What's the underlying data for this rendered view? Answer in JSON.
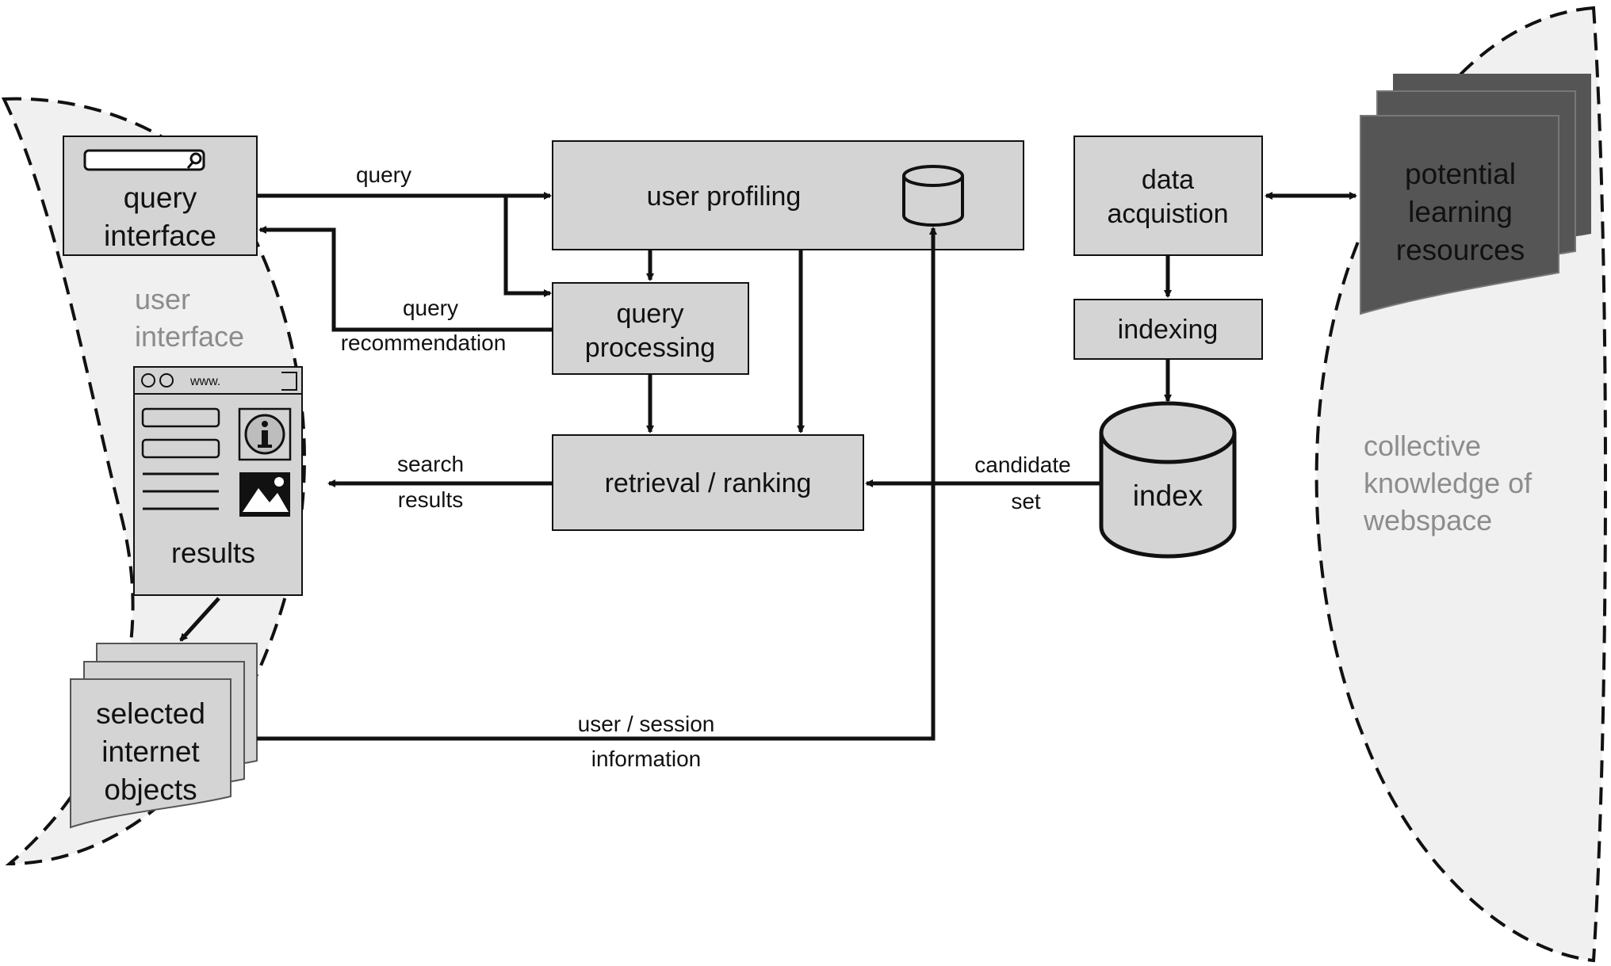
{
  "regions": {
    "user_interface": [
      "user",
      "interface"
    ],
    "webspace": [
      "collective",
      "knowledge of",
      "webspace"
    ]
  },
  "boxes": {
    "query_interface": [
      "query",
      "interface"
    ],
    "user_profiling": "user profiling",
    "query_processing": [
      "query",
      "processing"
    ],
    "retrieval_ranking": "retrieval / ranking",
    "data_acquisition": [
      "data",
      "acquistion"
    ],
    "indexing": "indexing",
    "index": "index",
    "results": "results",
    "browser_url": "www.",
    "selected_objects": [
      "selected",
      "internet",
      "objects"
    ],
    "learning_resources": [
      "potential",
      "learning",
      "resources"
    ]
  },
  "edges": {
    "query": "query",
    "query_recommendation": [
      "query",
      "recommendation"
    ],
    "search_results": [
      "search",
      "results"
    ],
    "candidate_set": [
      "candidate",
      "set"
    ],
    "user_session": [
      "user / session",
      "information"
    ]
  },
  "icons": [
    "search-icon",
    "database-icon",
    "info-icon",
    "image-icon",
    "document-stack-icon"
  ],
  "colors": {
    "box_fill": "#d4d4d4",
    "region_fill": "#f0f0f0",
    "dark_fill": "#555555",
    "stroke": "#111111",
    "region_text": "#8c8c8c"
  }
}
